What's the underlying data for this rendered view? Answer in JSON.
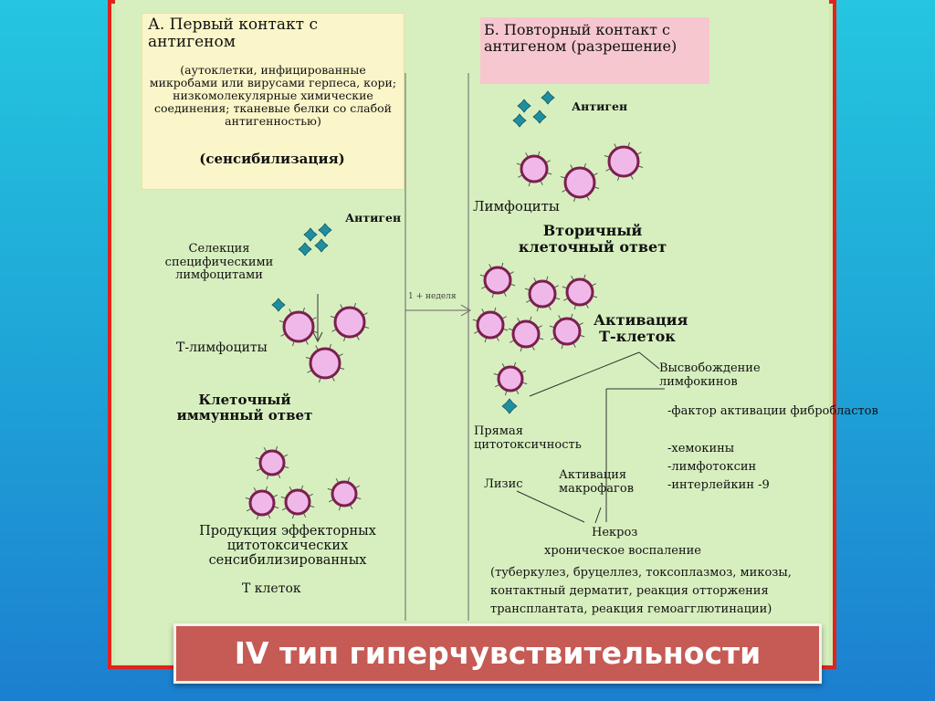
{
  "left": {
    "title": "А. Первый контакт с антигеном",
    "note": "(аутоклетки, инфицированные микробами или вирусами герпеса, кори; низкомолекулярные химические соединения; тканевые белки со слабой антигенностью)",
    "sensitization": "(сенсибилизация)",
    "antigen": "Антиген",
    "selection": "Селекция специфическими лимфоцитами",
    "t_lymphocytes": "Т-лимфоциты",
    "cell_response": "Клеточный иммунный ответ",
    "production": "Продукция эффекторных цитотоксических сенсибилизированных",
    "t_cells": "Т клеток"
  },
  "timeline": "1 + неделя",
  "right": {
    "title": "Б. Повторный контакт с антигеном (разрешение)",
    "antigen": "Антиген",
    "lymphocytes": "Лимфоциты",
    "secondary": "Вторичный клеточный ответ",
    "activation": "Активация Т-клеток",
    "release": "Высвобождение лимфокинов",
    "lymphokines": [
      "-фактор активации фибробластов",
      "-хемокины",
      "-лимфотоксин",
      "-интерлейкин -9"
    ],
    "cytotoxicity": "Прямая цитотоксичность",
    "lysis": "Лизис",
    "macrophage": "Активация макрофагов",
    "necrosis": "Некроз",
    "chronic": "хроническое воспаление",
    "diseases": "(туберкулез, бруцеллез, токсоплазмоз, микозы, контактный дерматит, реакция отторжения трансплантата, реакция гемоагглютинации)"
  },
  "banner": "IV тип гиперчувствительности",
  "colors": {
    "cell_fill": "#f0b8e8",
    "cell_ring": "#7a1f4e",
    "antigen": "#1f8fa0",
    "frame": "#e0231d"
  }
}
